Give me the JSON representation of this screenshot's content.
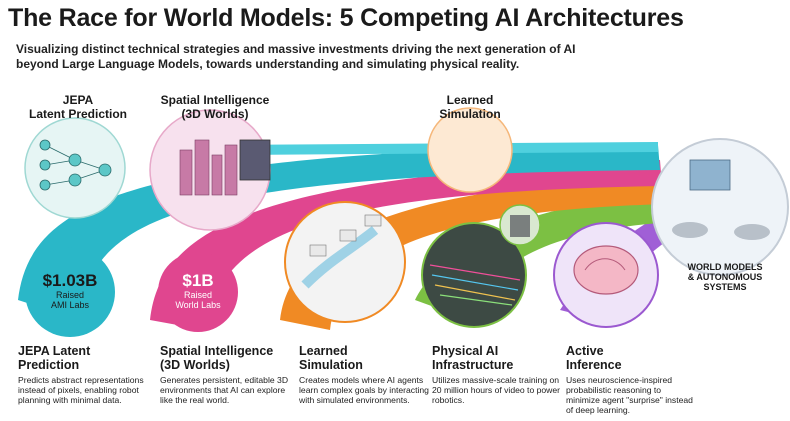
{
  "title": "The Race for World Models: 5 Competing AI Architectures",
  "subtitle": "Visualizing distinct technical strategies and massive investments driving the next generation of AI beyond Large Language Models, towards understanding and simulating physical reality.",
  "top_labels": {
    "jepa": "JEPA\nLatent Prediction",
    "spatial": "Spatial Intelligence\n(3D Worlds)",
    "learned": "Learned\nSimulation"
  },
  "stats": {
    "ami_amount": "$1.03B",
    "ami_sub": "Raised\nAMI Labs",
    "wl_amount": "$1B",
    "wl_sub": "Raised\nWorld Labs"
  },
  "hub_label": "WORLD MODELS\n& AUTONOMOUS\nSYSTEMS",
  "columns": [
    {
      "heading": "JEPA Latent\nPrediction",
      "desc": "Predicts abstract representations instead of pixels, enabling robot planning with minimal data."
    },
    {
      "heading": "Spatial Intelligence\n(3D Worlds)",
      "desc": "Generates persistent, editable 3D environments that AI can explore like the real world."
    },
    {
      "heading": "Learned\nSimulation",
      "desc": "Creates models where AI agents learn complex goals by interacting with simulated environments."
    },
    {
      "heading": "Physical AI\nInfrastructure",
      "desc": "Utilizes massive-scale training on 20 million hours of video to power robotics."
    },
    {
      "heading": "Active\nInference",
      "desc": "Uses neuroscience-inspired probabilistic reasoning to minimize agent \"surprise\" instead of deep learning."
    }
  ],
  "colors": {
    "teal": "#2ab7c8",
    "pink": "#e0468f",
    "orange": "#f08a24",
    "green": "#7cc043",
    "purple": "#9b59d0"
  }
}
